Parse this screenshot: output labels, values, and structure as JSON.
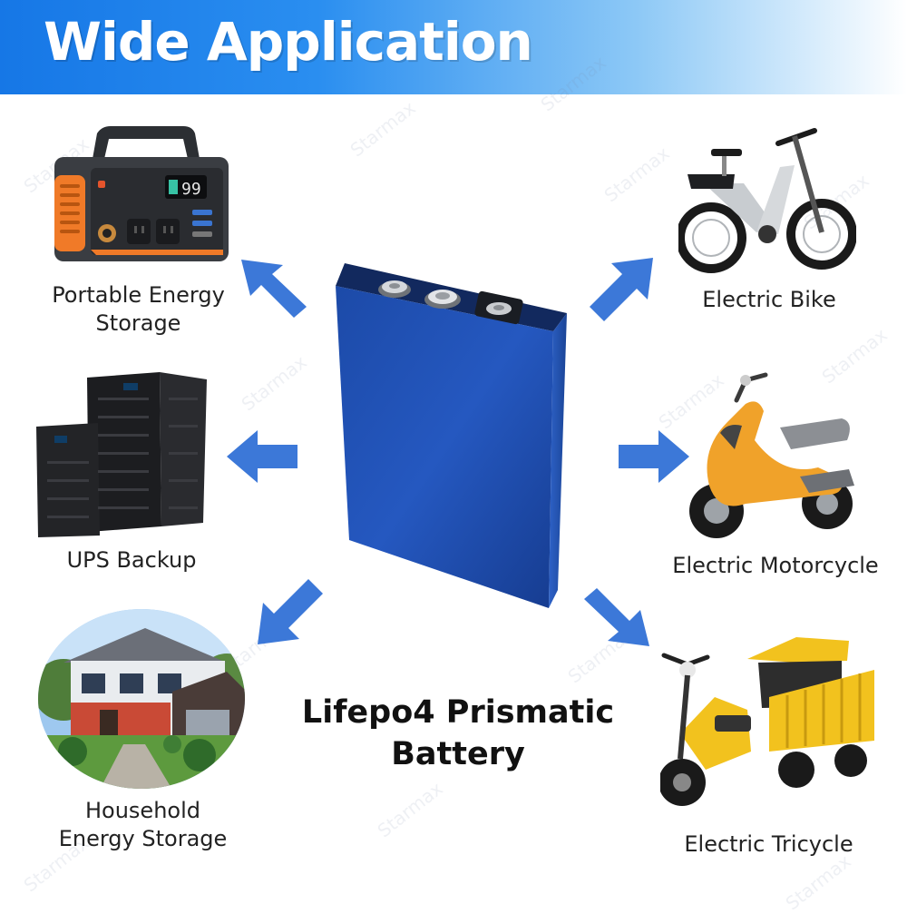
{
  "banner": {
    "title": "Wide Application"
  },
  "center": {
    "line1": "Lifepo4 Prismatic",
    "line2": "Battery"
  },
  "applications": {
    "portable": {
      "line1": "Portable Energy",
      "line2": "Storage"
    },
    "ups": {
      "line1": "UPS Backup"
    },
    "household": {
      "line1": "Household",
      "line2": "Energy Storage"
    },
    "bike": {
      "line1": "Electric Bike"
    },
    "motorcycle": {
      "line1": "Electric Motorcycle"
    },
    "tricycle": {
      "line1": "Electric Tricycle"
    }
  },
  "power_station": {
    "display": "99"
  },
  "watermark": "Starmax",
  "colors": {
    "banner_start": "#1677e6",
    "arrow": "#3c78d8",
    "battery": "#1f50b4",
    "accent_orange": "#f07a28",
    "tricycle_yellow": "#f2c21e"
  }
}
